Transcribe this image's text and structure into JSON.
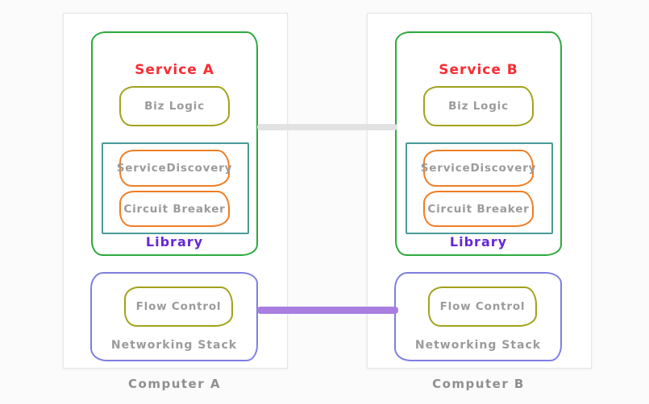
{
  "diagram": {
    "title": "service mesh library pattern diagram",
    "colors": {
      "background": "#fbfbfb",
      "card_bg": "#ffffff",
      "card_border": "#e6e6e6",
      "green": "#2baa3c",
      "olive": "#a2a31b",
      "teal": "#489a9b",
      "orange": "#f07d23",
      "periwinkle": "#7d80e0",
      "purple_link": "#a87ee0",
      "gray_link": "#e2e2e2",
      "red_text": "#fb2b32",
      "purple_text": "#6527d8",
      "gray_text": "#9b9b9b",
      "label_text": "#8f8f8f"
    },
    "connections": [
      {
        "name": "service-to-service",
        "color": "#e2e2e2"
      },
      {
        "name": "network-to-network",
        "color": "#a87ee0"
      }
    ],
    "computers": [
      {
        "label": "Computer A",
        "service": {
          "title": "Service A",
          "biz_logic": "Biz Logic",
          "library": {
            "label": "Library",
            "items": [
              "ServiceDiscovery",
              "Circuit Breaker"
            ]
          }
        },
        "network": {
          "flow_control": "Flow Control",
          "label": "Networking Stack"
        }
      },
      {
        "label": "Computer B",
        "service": {
          "title": "Service B",
          "biz_logic": "Biz Logic",
          "library": {
            "label": "Library",
            "items": [
              "ServiceDiscovery",
              "Circuit Breaker"
            ]
          }
        },
        "network": {
          "flow_control": "Flow Control",
          "label": "Networking Stack"
        }
      }
    ]
  }
}
